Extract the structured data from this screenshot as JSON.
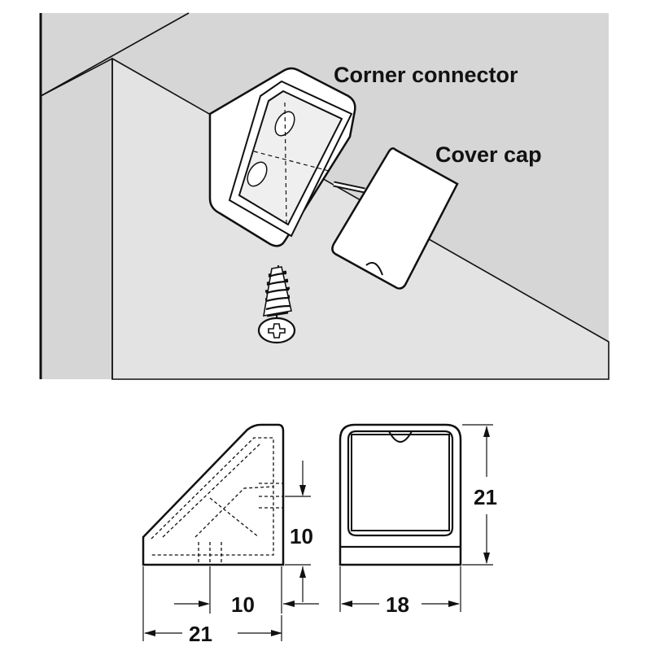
{
  "labels": {
    "corner_connector": "Corner connector",
    "cover_cap": "Cover cap"
  },
  "dimensions": {
    "side_height_10": "10",
    "side_depth_10": "10",
    "side_width_21": "21",
    "front_width_18": "18",
    "front_height_21": "21"
  },
  "colors": {
    "background_wall": "#d6d6d6",
    "side_wall": "#e3e3e3",
    "ink": "#111111",
    "part_fill": "#ffffff"
  }
}
